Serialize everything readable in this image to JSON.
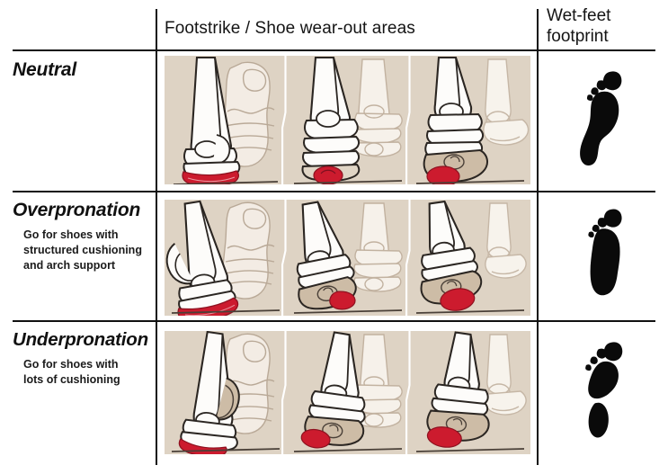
{
  "header": {
    "middle_column": "Footstrike / Shoe wear-out areas",
    "right_column_line1": "Wet-feet",
    "right_column_line2": "footprint"
  },
  "colors": {
    "panel_background": "#ded3c4",
    "wear_red": "#cc1b2e",
    "wear_red_dark": "#a8121f",
    "outline": "#2b2622",
    "ghost_outline": "#b7a899",
    "skin_shade": "#c9b8a3",
    "page_background": "#ffffff",
    "rule": "#111111",
    "footprint": "#0a0a0a"
  },
  "rows": [
    {
      "id": "neutral",
      "title": "Neutral",
      "advice": "",
      "footprint_type": "normal-arch",
      "footprint_name": "neutral-footprint",
      "stages": [
        {
          "name": "heel-strike",
          "wear": "outer-heel",
          "tilt": 0
        },
        {
          "name": "midstance",
          "wear": "center-heel",
          "tilt": 0
        },
        {
          "name": "toe-off",
          "wear": "center-forefoot",
          "tilt": 0
        }
      ]
    },
    {
      "id": "overpronation",
      "title": "Overpronation",
      "advice": "Go for shoes with structured cushioning and arch support",
      "advice_lines": [
        "Go for shoes with",
        "structured cushioning",
        "and arch support"
      ],
      "footprint_type": "flat-arch",
      "footprint_name": "overpronation-footprint",
      "stages": [
        {
          "name": "heel-strike",
          "wear": "outer-heel",
          "tilt": -10
        },
        {
          "name": "midstance",
          "wear": "inner-midfoot",
          "tilt": -10
        },
        {
          "name": "toe-off",
          "wear": "inner-forefoot",
          "tilt": -8
        }
      ]
    },
    {
      "id": "underpronation",
      "title": "Underpronation",
      "advice": "Go for shoes with lots of cushioning",
      "advice_lines": [
        "Go for shoes with",
        "lots of cushioning"
      ],
      "footprint_type": "high-arch",
      "footprint_name": "underpronation-footprint",
      "stages": [
        {
          "name": "heel-strike",
          "wear": "outer-heel",
          "tilt": 9
        },
        {
          "name": "midstance",
          "wear": "outer-midfoot",
          "tilt": 9
        },
        {
          "name": "toe-off",
          "wear": "outer-forefoot",
          "tilt": 8
        }
      ]
    }
  ]
}
